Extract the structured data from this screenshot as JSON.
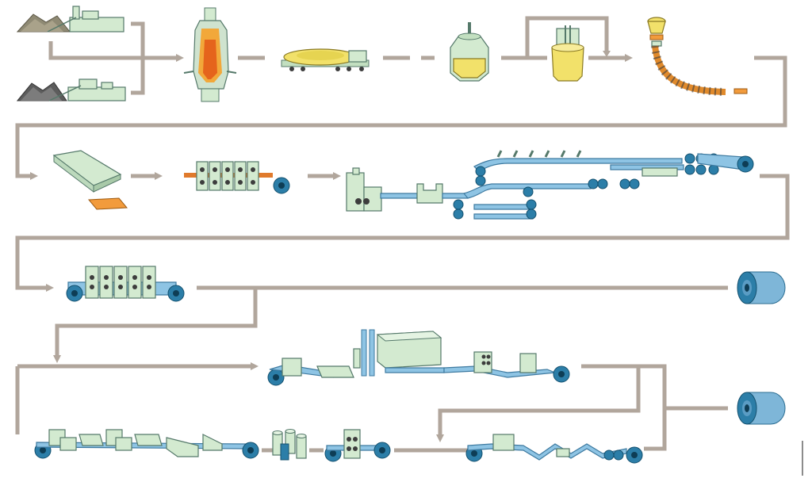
{
  "diagram": {
    "kind": "steel-production-process-flow",
    "colors": {
      "flow_line": "#b1a69c",
      "equipment": "#d3ead0",
      "strip": "#8ec4e4",
      "roll": "#2c7ea8",
      "molten_steel": "#f29b3c",
      "ladle": "#f2e16a"
    },
    "stages": [
      {
        "id": "raw-material-stockyards",
        "icon": "stockpile-plant-icon"
      },
      {
        "id": "blast-furnace",
        "icon": "blast-furnace-icon"
      },
      {
        "id": "torpedo-car",
        "icon": "torpedo-car-icon"
      },
      {
        "id": "converter",
        "icon": "converter-icon"
      },
      {
        "id": "secondary-refining",
        "icon": "ladle-furnace-icon"
      },
      {
        "id": "continuous-caster",
        "icon": "continuous-caster-icon"
      },
      {
        "id": "slab-reheating",
        "icon": "slab-icon"
      },
      {
        "id": "hot-strip-mill",
        "icon": "rolling-stands-icon"
      },
      {
        "id": "pickling-line",
        "icon": "pickling-line-icon"
      },
      {
        "id": "cold-rolling-mill",
        "icon": "tandem-mill-icon"
      },
      {
        "id": "coil-product-1",
        "icon": "steel-coil-icon"
      },
      {
        "id": "continuous-annealing-line",
        "icon": "annealing-line-icon"
      },
      {
        "id": "coil-product-2",
        "icon": "steel-coil-icon"
      },
      {
        "id": "finishing-line",
        "icon": "finishing-line-icon"
      },
      {
        "id": "batch-annealing",
        "icon": "batch-annealing-icon"
      },
      {
        "id": "temper-mill",
        "icon": "temper-mill-icon"
      },
      {
        "id": "coating-line",
        "icon": "coating-line-icon"
      }
    ]
  }
}
